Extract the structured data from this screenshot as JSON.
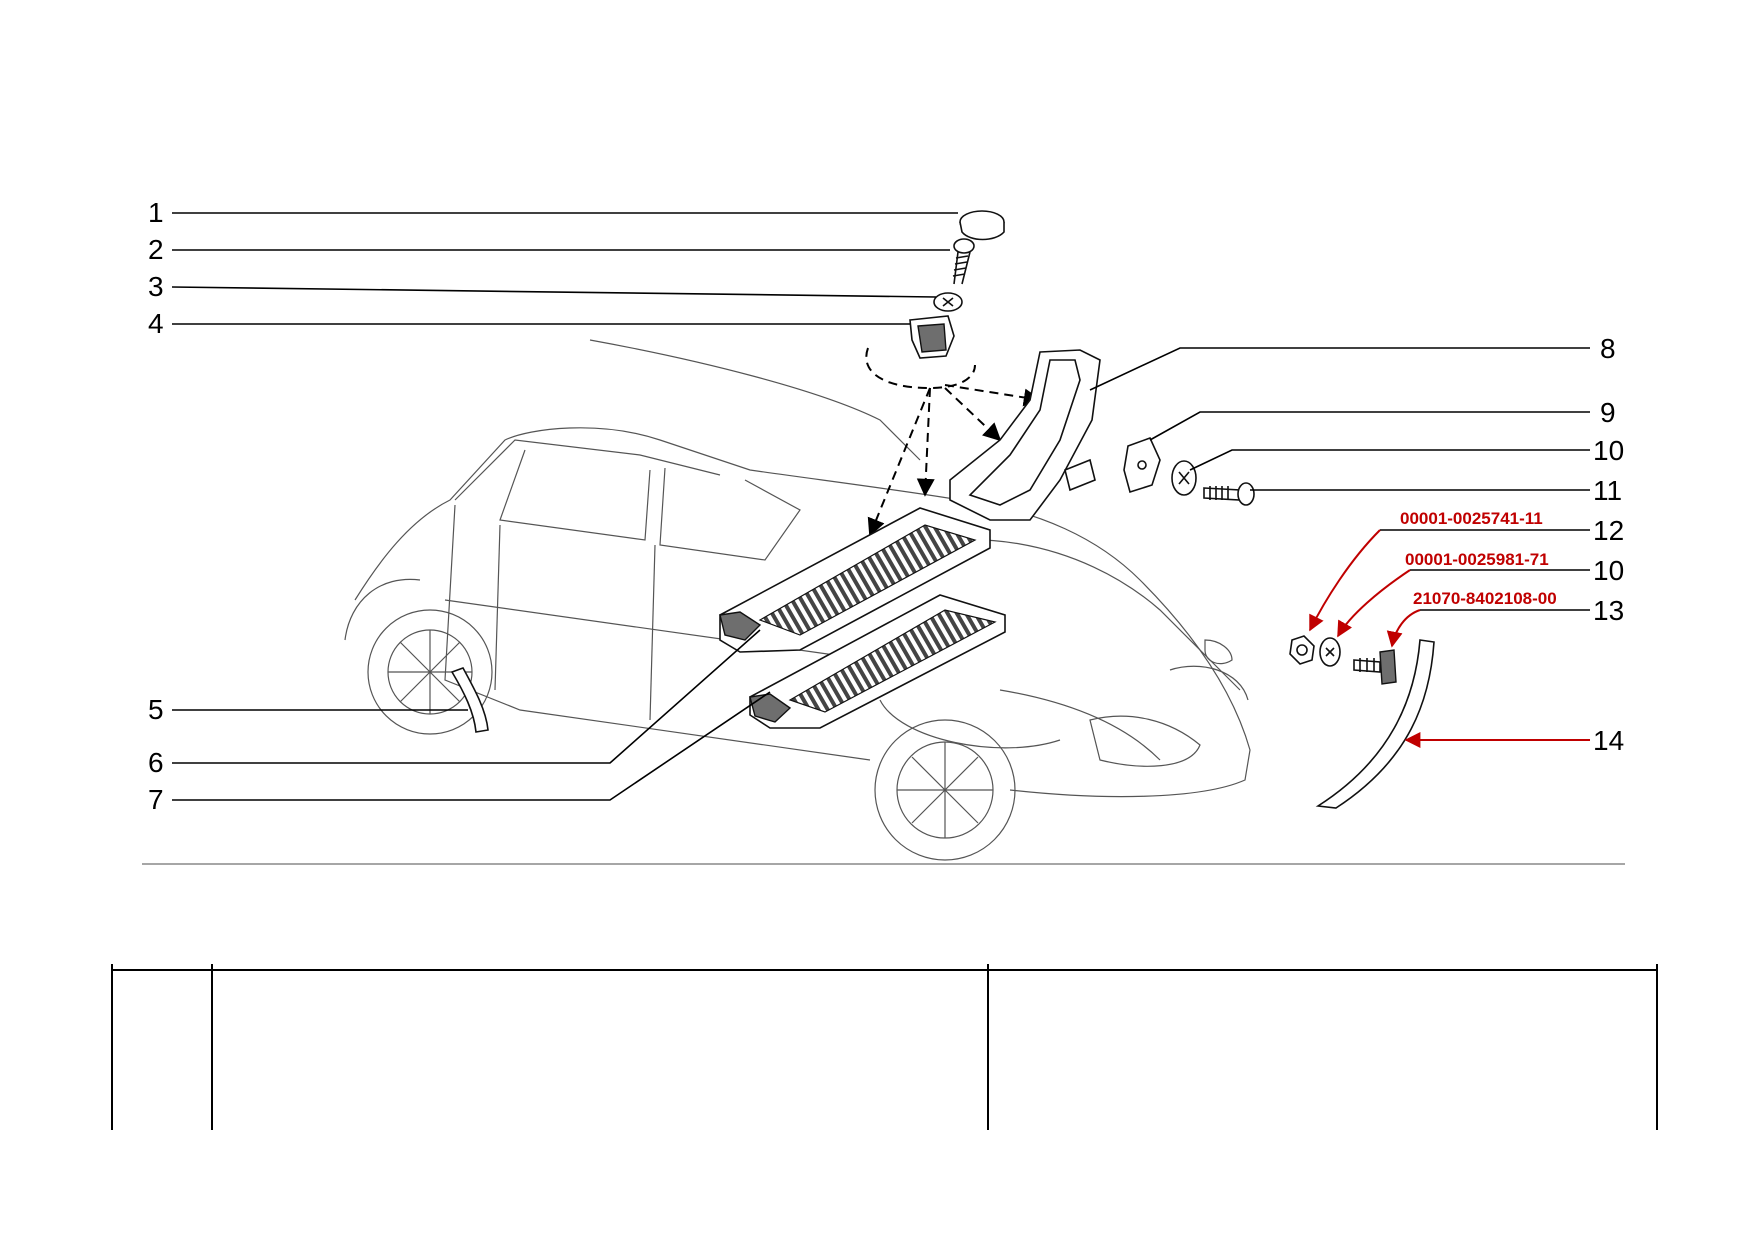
{
  "callouts": {
    "c1": "1",
    "c2": "2",
    "c3": "3",
    "c4": "4",
    "c5": "5",
    "c6": "6",
    "c7": "7",
    "c8": "8",
    "c9": "9",
    "c10a": "10",
    "c11": "11",
    "c12": "12",
    "c10b": "10",
    "c13": "13",
    "c14": "14"
  },
  "part_numbers": {
    "pn12": "00001-0025741-11",
    "pn10": "00001-0025981-71",
    "pn13": "21070-8402108-00"
  },
  "colors": {
    "highlight": "#c00000",
    "line": "#000000"
  }
}
